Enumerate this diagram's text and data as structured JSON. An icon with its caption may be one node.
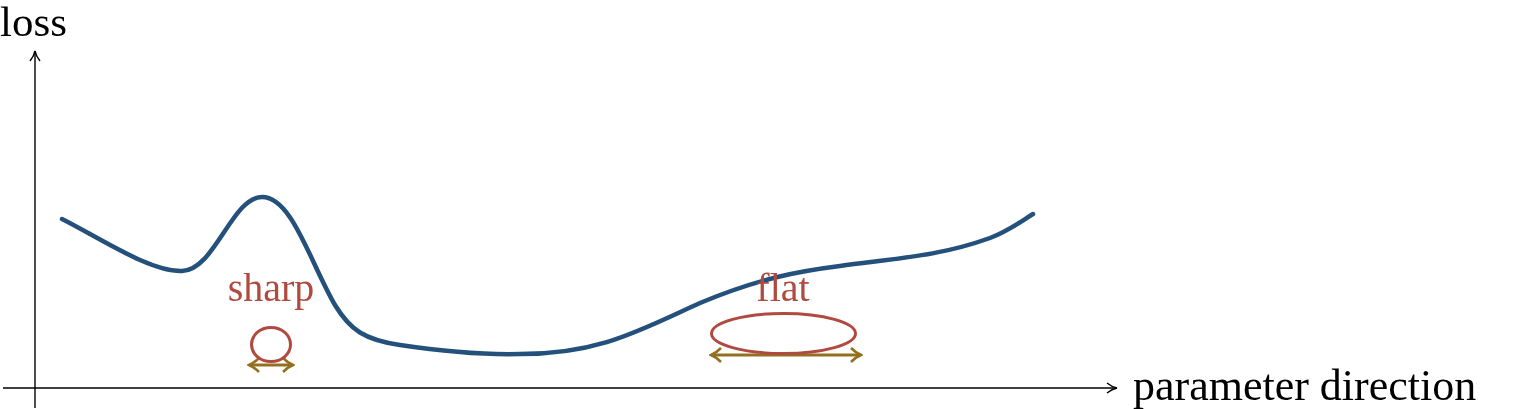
{
  "diagram": {
    "nodes": [
      {
        "text": [
          "sharp"
        ]
      },
      {
        "text": [
          "flat"
        ]
      }
    ],
    "labels": [
      "loss",
      "parameter direction"
    ]
  }
}
